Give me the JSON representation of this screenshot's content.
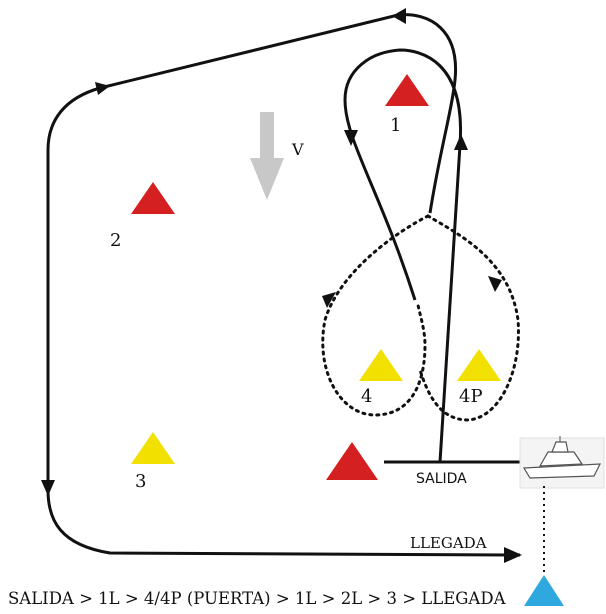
{
  "marks": {
    "m1": "1",
    "m2": "2",
    "m3": "3",
    "m4": "4",
    "m4p": "4P"
  },
  "wind_label": "V",
  "start_label": "SALIDA",
  "finish_label": "LLEGADA",
  "sequence": "SALIDA > 1L > 4/4P (PUERTA) > 1L > 2L > 3 > LLEGADA",
  "colors": {
    "red_mark": "#d42020",
    "yellow_mark": "#f2e000",
    "blue_mark": "#2fa8e0",
    "wind_arrow": "#c8c8c8",
    "course_line": "#111111"
  }
}
